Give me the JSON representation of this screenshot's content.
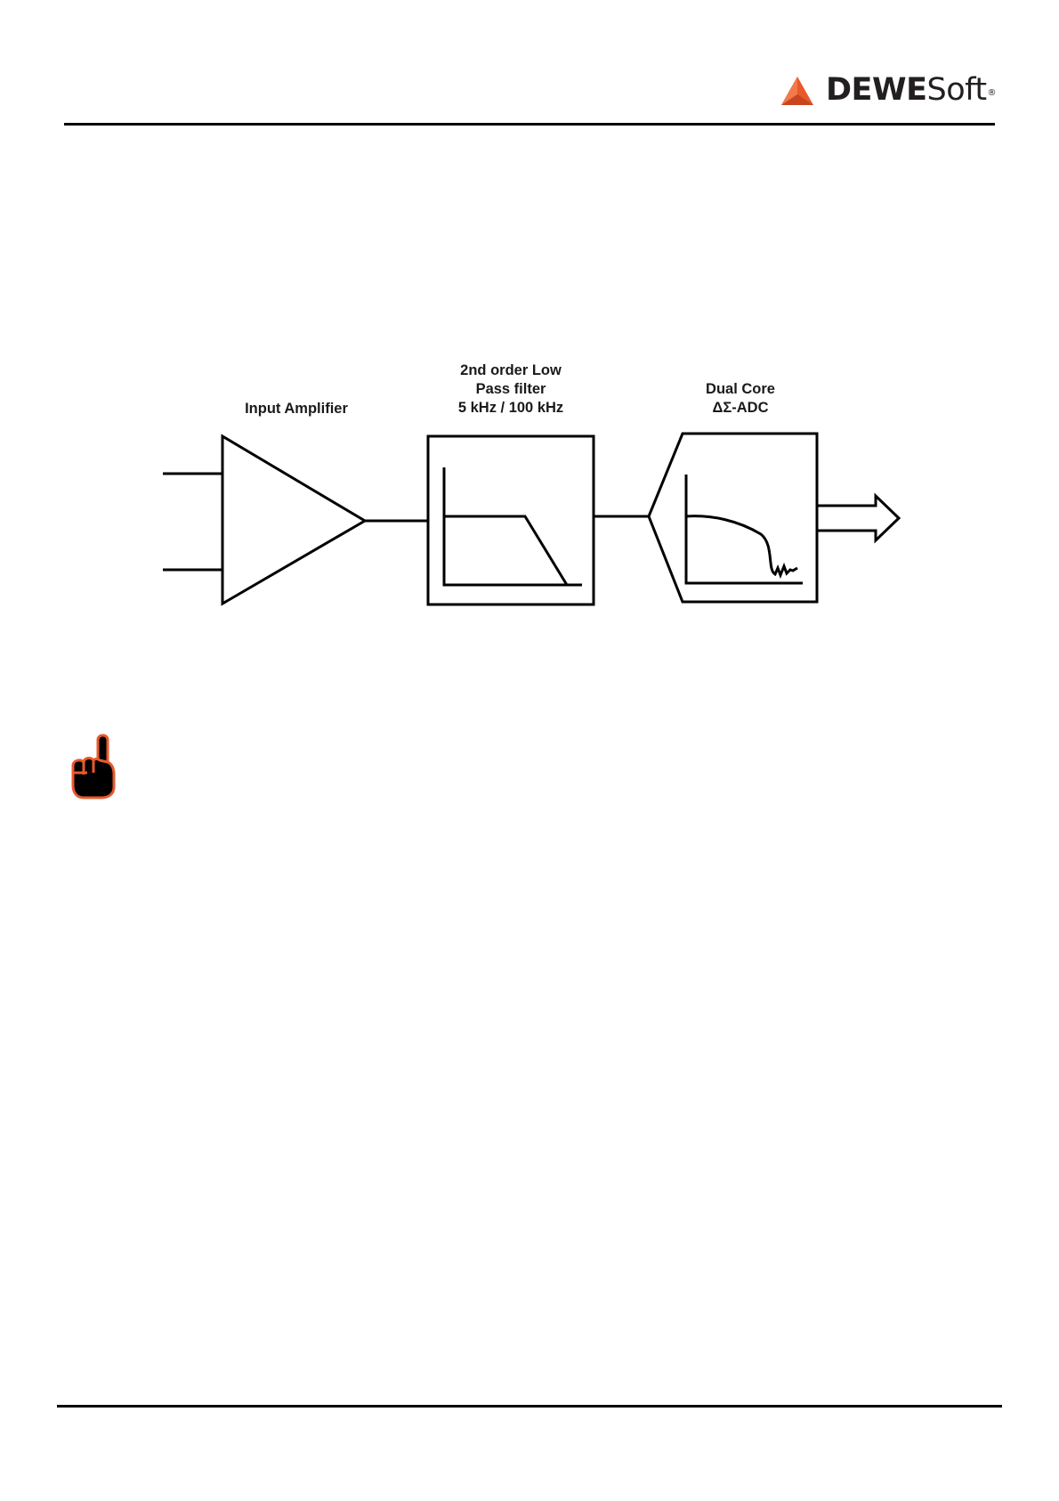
{
  "header": {
    "logo_text_bold": "DEWE",
    "logo_text_regular": "Soft",
    "logo_registered": "®",
    "logo_accent_color": "#e8592b"
  },
  "diagram": {
    "input_amplifier_label": "Input Amplifier",
    "filter_label_line1": "2nd order Low",
    "filter_label_line2": "Pass filter",
    "filter_label_line3": "5 kHz / 100 kHz",
    "adc_label_line1": "Dual Core",
    "adc_label_line2": "ΔΣ-ADC"
  },
  "note": {
    "icon": "pointing-finger-icon",
    "icon_accent_color": "#e8592b"
  }
}
